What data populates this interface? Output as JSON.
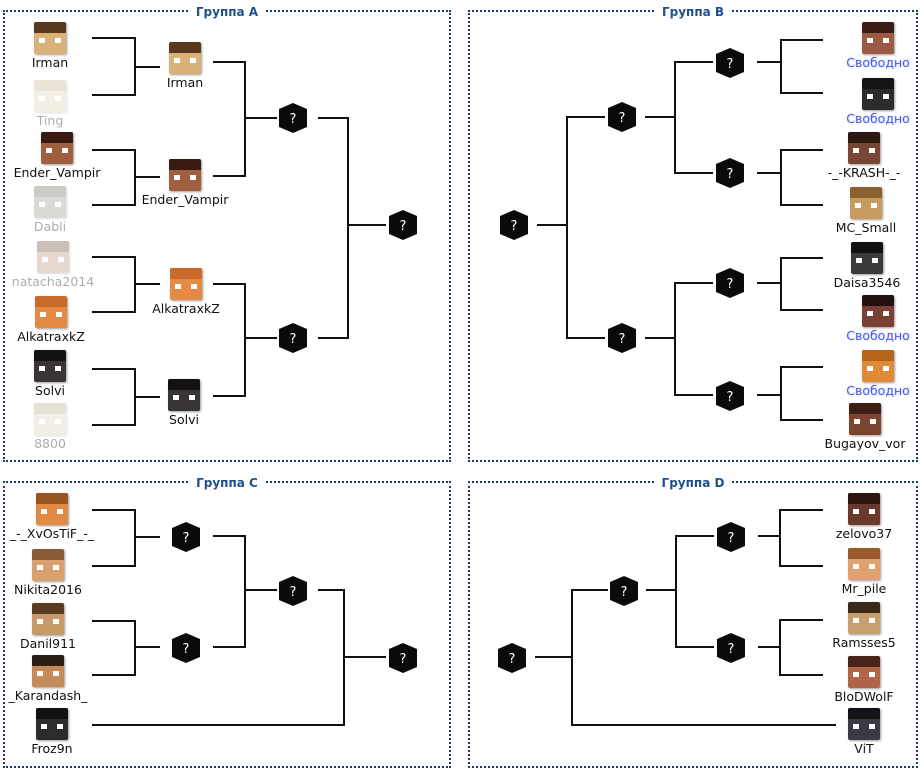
{
  "groups": {
    "A": {
      "title": "Группа A",
      "round1": [
        {
          "name": "Irman",
          "skin": "#d9b27a",
          "hair": "#5a3a1c",
          "faded": false
        },
        {
          "name": "Ting",
          "skin": "#e2d4b4",
          "hair": "#c9b58f",
          "faded": true
        },
        {
          "name": "Ender_Vampir",
          "skin": "#a06040",
          "hair": "#3a1a10",
          "faded": false
        },
        {
          "name": "Dabli",
          "skin": "#9a9a8a",
          "hair": "#6a6a60",
          "faded": true
        },
        {
          "name": "natacha2014",
          "skin": "#b88e78",
          "hair": "#6d4938",
          "faded": true
        },
        {
          "name": "AlkatraxkZ",
          "skin": "#e48a44",
          "hair": "#e48a44",
          "faded": false
        },
        {
          "name": "Solvi",
          "skin": "#3a3535",
          "hair": "#151212",
          "faded": false
        },
        {
          "name": "8800",
          "skin": "#d8cfb6",
          "hair": "#b6aa88",
          "faded": true
        }
      ],
      "round2": [
        {
          "name": "Irman",
          "skin": "#d9b27a",
          "hair": "#5a3a1c"
        },
        {
          "name": "Ender_Vampir",
          "skin": "#a06040",
          "hair": "#3a1a10"
        },
        {
          "name": "AlkatraxkZ",
          "skin": "#e48a44",
          "hair": "#e48a44"
        },
        {
          "name": "Solvi",
          "skin": "#3a3535",
          "hair": "#151212"
        }
      ],
      "tbd_label": "?"
    },
    "B": {
      "title": "Группа B",
      "round1": [
        {
          "name": "Свободно",
          "skin": "#9a5a44",
          "hair": "#3a1c14",
          "free": true
        },
        {
          "name": "Свободно",
          "skin": "#2c2c2c",
          "hair": "#141414",
          "free": true
        },
        {
          "name": "-_-KRASH-_-",
          "skin": "#7a4634",
          "hair": "#2c1810",
          "free": false
        },
        {
          "name": "MC_Small",
          "skin": "#c79a62",
          "hair": "#8a6232",
          "free": false
        },
        {
          "name": "Daisa3546",
          "skin": "#3a3a3a",
          "hair": "#101010",
          "free": false
        },
        {
          "name": "Свободно",
          "skin": "#7a4034",
          "hair": "#241210",
          "free": true
        },
        {
          "name": "Свободно",
          "skin": "#e08a38",
          "hair": "#b5641a",
          "free": true
        },
        {
          "name": "Bugayov_vor",
          "skin": "#7a4430",
          "hair": "#3c1e12",
          "free": false
        }
      ],
      "tbd_label": "?"
    },
    "C": {
      "title": "Группа C",
      "round1": [
        {
          "name": "_-_XvOsTiF_-_",
          "skin": "#e08a44",
          "hair": "#9a5420"
        },
        {
          "name": "Nikita2016",
          "skin": "#d9a070",
          "hair": "#8a5a34"
        },
        {
          "name": "Danil911",
          "skin": "#c89a6a",
          "hair": "#5a3c20"
        },
        {
          "name": "_Karandash_",
          "skin": "#c48a5a",
          "hair": "#2a1e14"
        },
        {
          "name": "Froz9n",
          "skin": "#2c2c2c",
          "hair": "#111111"
        }
      ],
      "tbd_label": "?"
    },
    "D": {
      "title": "Группа D",
      "round1": [
        {
          "name": "zelovo37",
          "skin": "#6a3a2c",
          "hair": "#2a1410"
        },
        {
          "name": "Mr_pile",
          "skin": "#e0a070",
          "hair": "#9a5a30"
        },
        {
          "name": "Ramsses5",
          "skin": "#c8a070",
          "hair": "#3a2818"
        },
        {
          "name": "BloDWolF",
          "skin": "#b06448",
          "hair": "#4a2418"
        },
        {
          "name": "ViT",
          "skin": "#3a3a44",
          "hair": "#121218"
        }
      ],
      "tbd_label": "?"
    }
  }
}
